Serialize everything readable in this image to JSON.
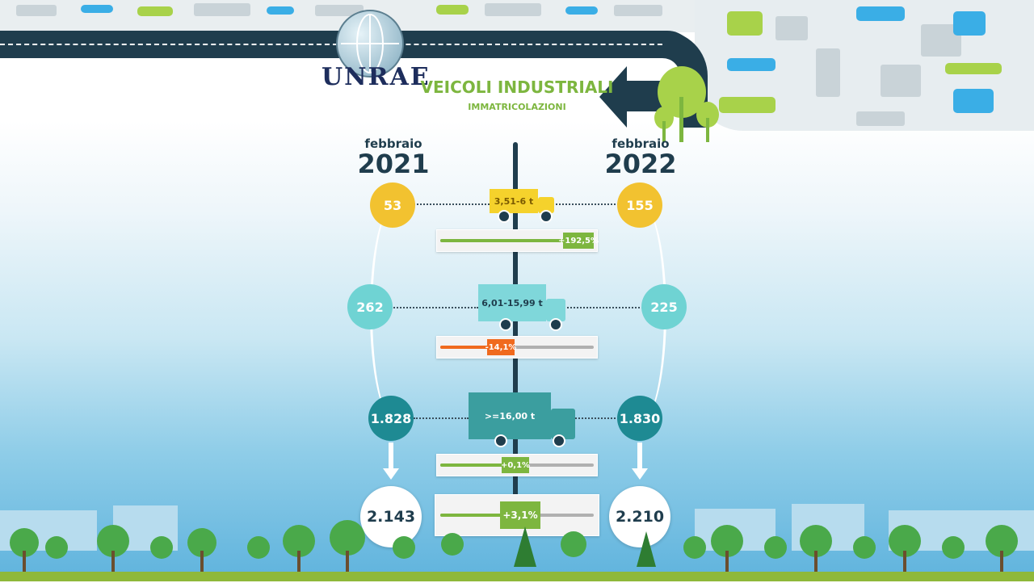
{
  "header": {
    "logo_text": "UNRAE",
    "title": "VEICOLI INDUSTRIALI",
    "subtitle": "IMMATRICOLAZIONI"
  },
  "columns": {
    "left": {
      "month": "febbraio",
      "year": "2021"
    },
    "right": {
      "month": "febbraio",
      "year": "2022"
    }
  },
  "rows": [
    {
      "class_label": "3,51-6 t",
      "left": "53",
      "right": "155",
      "change": "+192,5%",
      "change_fraction": 1.0,
      "color": "#f2c230",
      "direction": "up"
    },
    {
      "class_label": "6,01-15,99 t",
      "left": "262",
      "right": "225",
      "change": "-14,1%",
      "change_fraction": 0.35,
      "color": "#6fd3d3",
      "direction": "down"
    },
    {
      "class_label": ">=16,00 t",
      "left": "1.828",
      "right": "1.830",
      "change": "+0,1%",
      "change_fraction": 0.5,
      "color": "#1e8a93",
      "direction": "up"
    }
  ],
  "total": {
    "left": "2.143",
    "right": "2.210",
    "change": "+3,1%",
    "change_fraction": 0.55
  },
  "colors": {
    "navy": "#1f3d4d",
    "green": "#7db63f",
    "orange": "#f06a1e"
  }
}
